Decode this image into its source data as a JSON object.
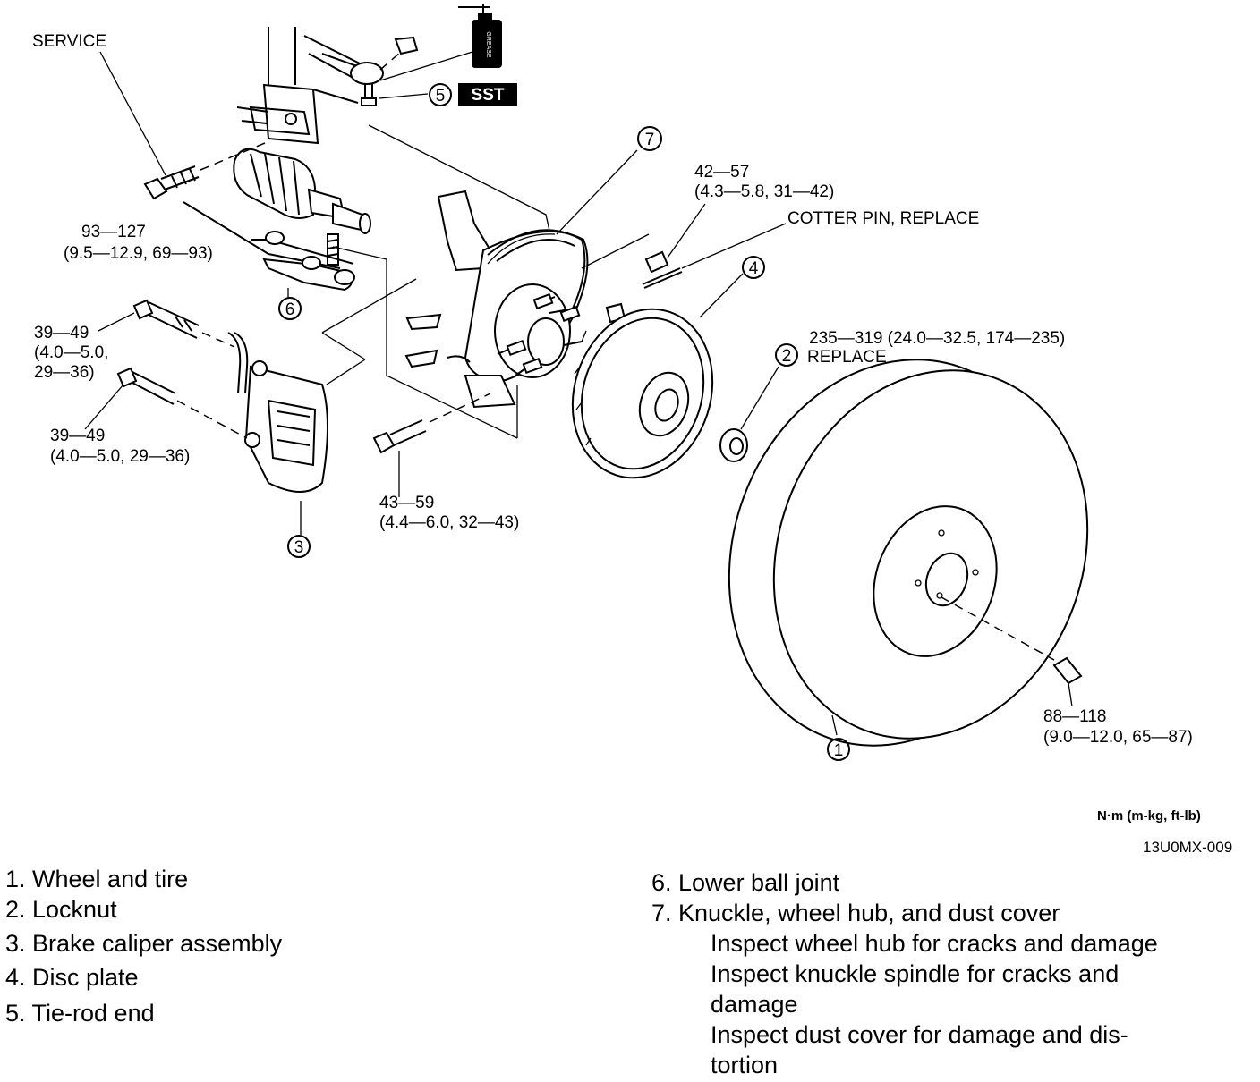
{
  "labels": {
    "service": "SERVICE",
    "sst": "SST",
    "grease": "GREASE",
    "t1": "93—127",
    "t1b": "(9.5—12.9, 69—93)",
    "t2": "42—57",
    "t2b": "(4.3—5.8, 31—42)",
    "cotter": "COTTER PIN, REPLACE",
    "t3a": "39—49",
    "t3b": "(4.0—5.0,",
    "t3c": "29—36)",
    "t4a": "39—49",
    "t4b": "(4.0—5.0, 29—36)",
    "t5a": "235—319 (24.0—32.5, 174—235)",
    "replace": "REPLACE",
    "t6a": "43—59",
    "t6b": "(4.4—6.0, 32—43)",
    "t7a": "88—118",
    "t7b": "(9.0—12.0, 65—87)"
  },
  "callouts": [
    "1",
    "2",
    "3",
    "4",
    "5",
    "6",
    "7"
  ],
  "units": "N·m (m-kg, ft-lb)",
  "figure_code": "13U0MX-009",
  "legend_left": [
    "1. Wheel and tire",
    "2. Locknut",
    "3. Brake caliper assembly",
    "4. Disc plate",
    "5. Tie-rod end"
  ],
  "legend_right": {
    "item6": "6. Lower ball joint",
    "item7": "7. Knuckle, wheel hub, and dust cover",
    "notes": [
      "Inspect wheel hub for cracks and damage",
      "Inspect knuckle spindle for cracks and",
      "damage",
      "Inspect dust cover for damage and dis-",
      "tortion"
    ]
  }
}
